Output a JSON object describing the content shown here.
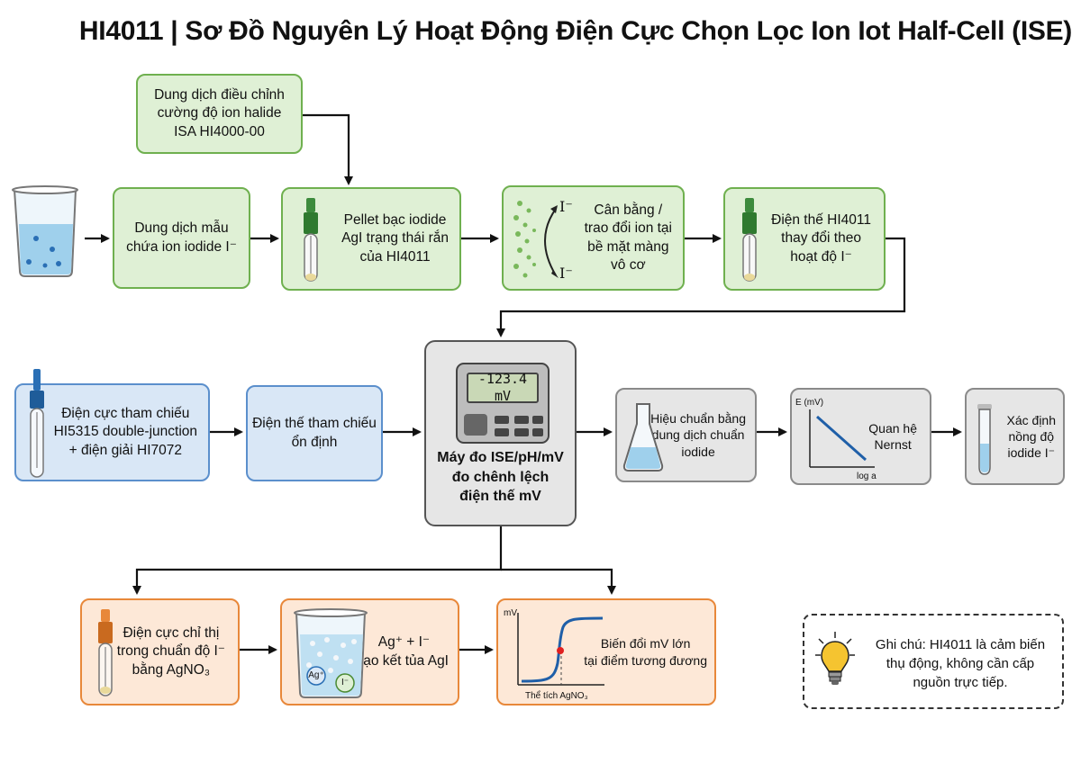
{
  "title": "HI4011 | Sơ Đồ Nguyên Lý Hoạt Động Điện Cực Chọn Lọc Ion Iot Half-Cell (ISE)",
  "row1": {
    "isa": "Dung dịch điều chỉnh\ncường độ ion halide\nISA HI4000-00",
    "sample": "Dung dịch mẫu\nchứa ion iodide I⁻",
    "pellet": "Pellet bạc iodide\nAgI trạng thái rắn\ncủa HI4011",
    "equilibrium": "Cân bằng /\ntrao đổi ion tại\nbề mặt màng\nvô cơ",
    "ion_top": "I⁻",
    "ion_bottom": "I⁻",
    "potential": "Điện thế HI4011\nthay đổi theo\nhoạt độ I⁻"
  },
  "row2": {
    "reference_electrode": "Điện cực tham chiếu\nHI5315 double-junction\n+ điện giải HI7072",
    "reference_potential": "Điện thế tham chiếu\nổn định",
    "meter_display": "-123.4 mV",
    "meter_label": "Máy đo ISE/pH/mV\nđo chênh lệch\nđiện thế mV",
    "calibration": "Hiệu chuẩn bằng\ndung dịch chuẩn\niodide",
    "nernst_label": "Quan hệ\nNernst",
    "nernst_y_axis": "E (mV)",
    "nernst_x_axis": "log a",
    "determine": "Xác định\nnồng độ\niodide I⁻"
  },
  "row3": {
    "indicator": "Điện cực chỉ thị\ntrong chuẩn độ I⁻\nbằng AgNO₃",
    "precipitate": "Ag⁺ + I⁻\ntạo kết tủa AgI",
    "ag_ion": "Ag⁺",
    "i_ion": "I⁻",
    "titration_label": "Biến đổi mV lớn\ntại điểm tương đương",
    "titration_y_axis": "mV",
    "titration_x_axis": "Thể tích AgNO₃"
  },
  "note": "Ghi chú: HI4011 là cảm biến\nthụ động, không cần cấp\nnguồn trực tiếp.",
  "colors": {
    "green_fill": "#dff0d5",
    "green_border": "#6fb04f",
    "blue_fill": "#d9e7f6",
    "blue_border": "#5b8fcc",
    "grey_fill": "#e6e6e6",
    "grey_border": "#8a8a8a",
    "orange_fill": "#fde8d7",
    "orange_border": "#e8883a"
  }
}
